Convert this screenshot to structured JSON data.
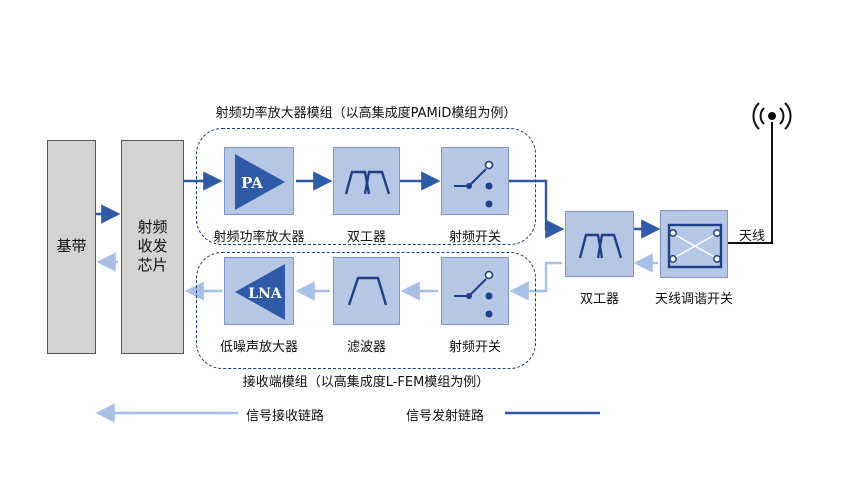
{
  "modules": {
    "tx_title": "射频功率放大器模组（以高集成度PAMiD模组为例）",
    "rx_title": "接收端模组（以高集成度L-FEM模组为例）"
  },
  "blocks": {
    "baseband": "基带",
    "transceiver": [
      "射频",
      "收发",
      "芯片"
    ],
    "pa_symbol": "PA",
    "lna_symbol": "LNA",
    "pa_label": "射频功率放大器",
    "tx_duplexer_label": "双工器",
    "tx_switch_label": "射频开关",
    "lna_label": "低噪声放大器",
    "filter_label": "滤波器",
    "rx_switch_label": "射频开关",
    "duplexer_label": "双工器",
    "tuner_label": "天线调谐开关",
    "antenna_label": "天线"
  },
  "legend": {
    "rx_path": "信号接收链路",
    "tx_path": "信号发射链路"
  },
  "colors": {
    "tx_line": "#2f5aa8",
    "rx_line": "#a9c0e6",
    "block_fill": "#b6c7e6",
    "symbol_fill": "#2f5aa8",
    "gray_block": "#d3d3d3",
    "module_border": "#223a72"
  }
}
